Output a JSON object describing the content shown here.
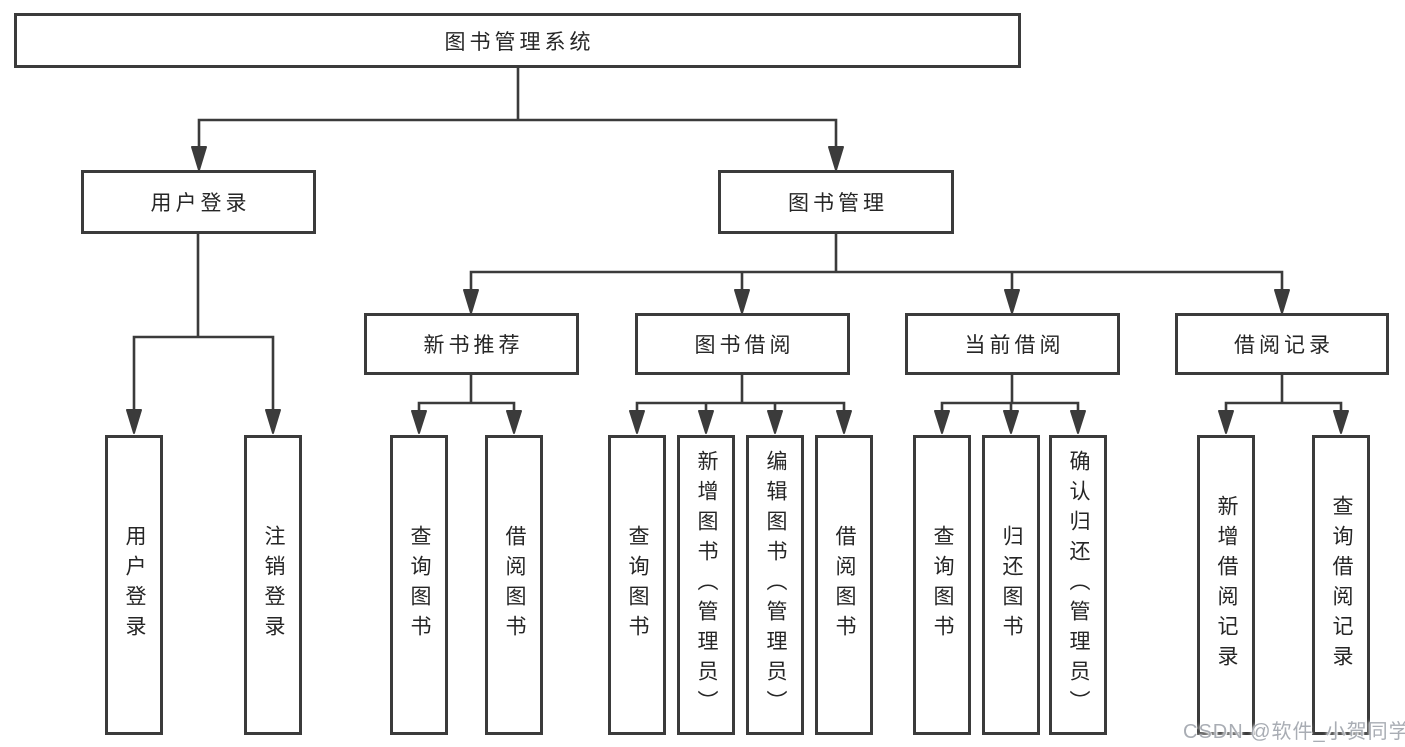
{
  "diagram": {
    "root": {
      "label": "图书管理系统",
      "children": [
        {
          "label": "用户登录",
          "children": [
            {
              "label": "用户登录"
            },
            {
              "label": "注销登录"
            }
          ]
        },
        {
          "label": "图书管理",
          "children": [
            {
              "label": "新书推荐",
              "children": [
                {
                  "label": "查询图书"
                },
                {
                  "label": "借阅图书"
                }
              ]
            },
            {
              "label": "图书借阅",
              "children": [
                {
                  "label": "查询图书"
                },
                {
                  "label": "新增图书（管理员）"
                },
                {
                  "label": "编辑图书（管理员）"
                },
                {
                  "label": "借阅图书"
                }
              ]
            },
            {
              "label": "当前借阅",
              "children": [
                {
                  "label": "查询图书"
                },
                {
                  "label": "归还图书"
                },
                {
                  "label": "确认归还（管理员）"
                }
              ]
            },
            {
              "label": "借阅记录",
              "children": [
                {
                  "label": "新增借阅记录"
                },
                {
                  "label": "查询借阅记录"
                }
              ]
            }
          ]
        }
      ]
    }
  },
  "watermark": {
    "text": "CSDN @软件_小贺同学"
  },
  "colors": {
    "line": "#3b3b3b",
    "text": "#262626",
    "watermark": "#a9adb4",
    "background": "#ffffff"
  }
}
